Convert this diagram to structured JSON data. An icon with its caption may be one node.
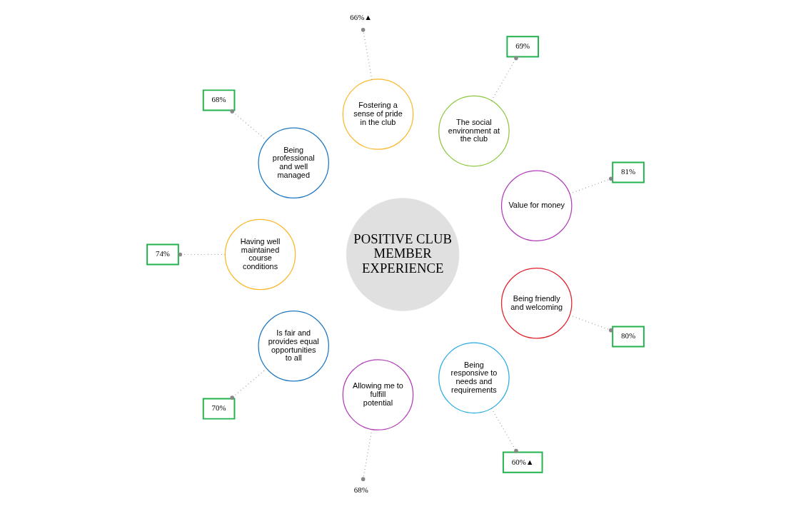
{
  "diagram": {
    "nodes": [
      {
        "text": [
          "POSITIVE CLUB MEMBER EXPERIENCE"
        ]
      },
      {
        "text": [
          "Value for money"
        ]
      },
      {
        "text": [
          "The social environment at the club"
        ]
      },
      {
        "text": [
          "Fostering a sense of pride in the club"
        ]
      },
      {
        "text": [
          "Being professional and well managed"
        ]
      },
      {
        "text": [
          "Having well maintained course conditions"
        ]
      },
      {
        "text": [
          "Is fair and provides equal opportunities to all"
        ]
      },
      {
        "text": [
          "Allowing me to fulfill potential"
        ]
      },
      {
        "text": [
          "Being responsive to needs and requirements"
        ]
      },
      {
        "text": [
          "Being friendly and welcoming"
        ]
      },
      {
        "text": [
          "81%"
        ]
      },
      {
        "text": [
          "69%"
        ]
      },
      {
        "text": [
          "66%▲"
        ]
      },
      {
        "text": [
          "68%"
        ]
      },
      {
        "text": [
          "74%"
        ]
      },
      {
        "text": [
          "70%"
        ]
      },
      {
        "text": [
          "68%"
        ]
      },
      {
        "text": [
          "60%▲"
        ]
      },
      {
        "text": [
          "80%"
        ]
      }
    ],
    "edges": [
      {
        "from": 1,
        "to": 10,
        "arrow": "other",
        "style": "dashed"
      },
      {
        "from": 2,
        "to": 11,
        "arrow": "other",
        "style": "dashed"
      },
      {
        "from": 3,
        "to": 12,
        "arrow": "other",
        "style": "dashed"
      },
      {
        "from": 4,
        "to": 13,
        "arrow": "other",
        "style": "dashed"
      },
      {
        "from": 5,
        "to": 14,
        "arrow": "other",
        "style": "dashed"
      },
      {
        "from": 6,
        "to": 15,
        "arrow": "other",
        "style": "dashed"
      },
      {
        "from": 7,
        "to": 16,
        "arrow": "other",
        "style": "dashed"
      },
      {
        "from": 8,
        "to": 17,
        "arrow": "other",
        "style": "dashed"
      },
      {
        "from": 9,
        "to": 18,
        "arrow": "other",
        "style": "dashed"
      }
    ]
  }
}
